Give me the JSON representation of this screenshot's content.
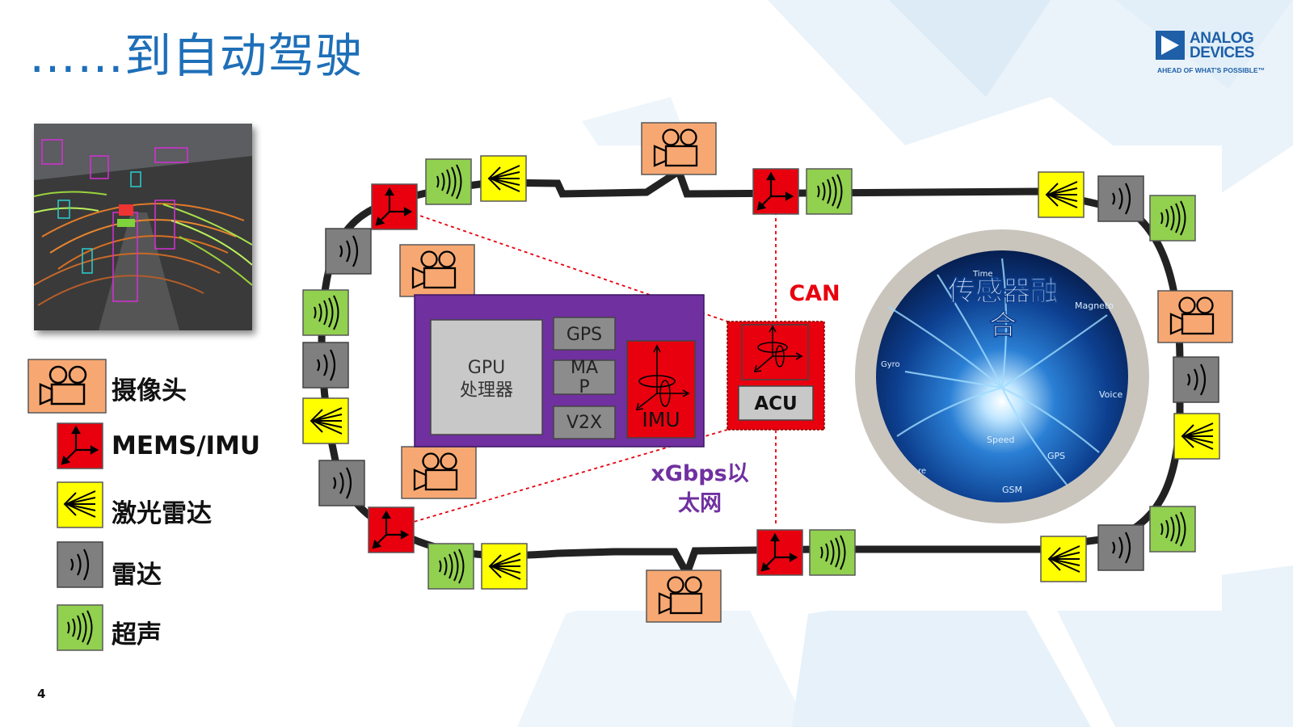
{
  "slide": {
    "title": "……到自动驾驶",
    "page_number": "4"
  },
  "logo": {
    "line1": "ANALOG",
    "line2": "DEVICES",
    "tagline": "AHEAD OF WHAT'S POSSIBLE™"
  },
  "legend": {
    "items": [
      {
        "icon": "camera-icon",
        "label": "摄像头",
        "color": "#f7a872"
      },
      {
        "icon": "mems-imu-icon",
        "label": "MEMS/IMU",
        "color": "#e8000e"
      },
      {
        "icon": "lidar-icon",
        "label": "激光雷达",
        "color": "#ffff00"
      },
      {
        "icon": "radar-icon",
        "label": "雷达",
        "color": "#7f7f7f"
      },
      {
        "icon": "ultrasonic-icon",
        "label": "超声",
        "color": "#92d050"
      }
    ]
  },
  "diagram": {
    "gpu_label_line1": "GPU",
    "gpu_label_line2": "处理器",
    "gps": "GPS",
    "map_line1": "MA",
    "map_line2": "P",
    "v2x": "V2X",
    "imu": "IMU",
    "acu": "ACU",
    "can": "CAN",
    "ethernet_line1": "xGbps以",
    "ethernet_line2": "太网",
    "fusion_line1": "传感器融",
    "fusion_line2": "合",
    "fusion_words": [
      "Time",
      "Magneto",
      "Gyro",
      "Voice",
      "Speed",
      "GPS",
      "GSM",
      "re"
    ]
  },
  "colors": {
    "title_blue": "#1e6fb8",
    "processor_purple": "#7030a0",
    "camera_orange": "#f7a872",
    "imu_red": "#e8000e",
    "lidar_yellow": "#ffff00",
    "radar_gray": "#7f7f7f",
    "ultrasonic_green": "#92d050",
    "ethernet_label": "#7030a0",
    "can_label": "#e8000e"
  }
}
